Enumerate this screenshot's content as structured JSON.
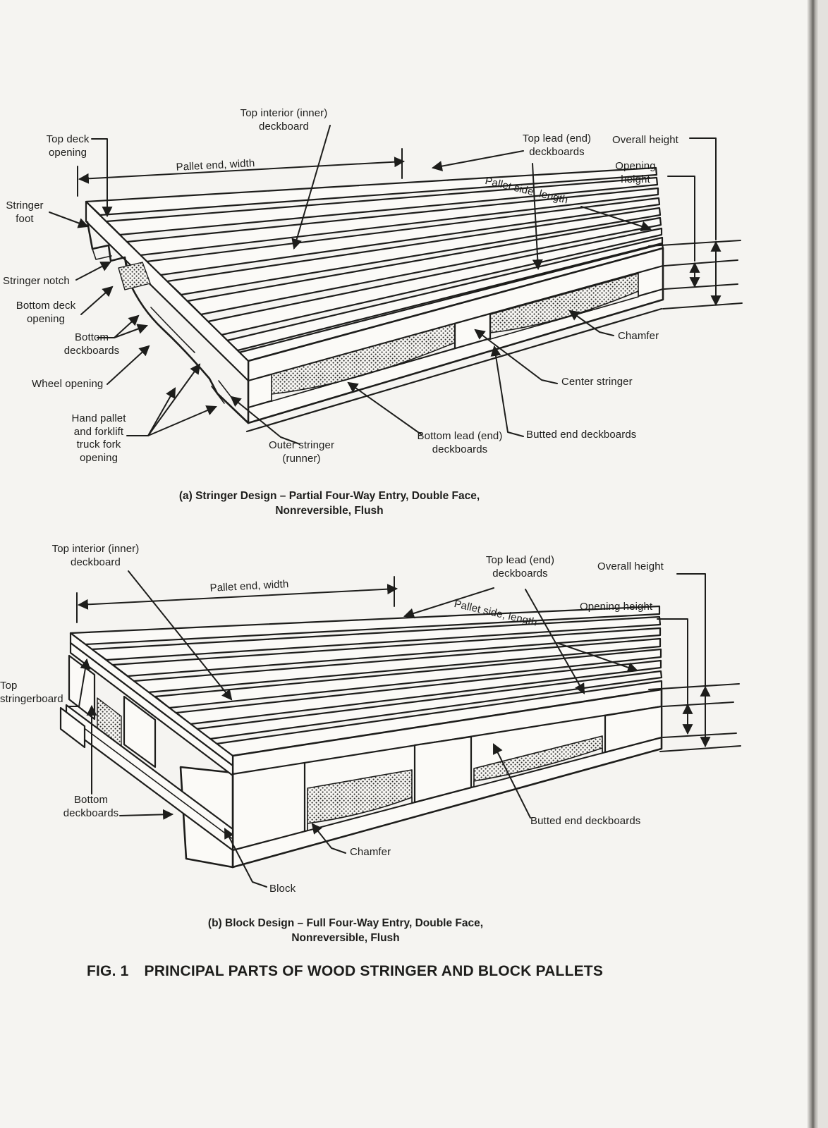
{
  "page": {
    "paper_color": "#f5f4f1",
    "ink_color": "#1d1d1b",
    "figure_label": "FIG. 1",
    "figure_title": "PRINCIPAL PARTS OF WOOD STRINGER AND BLOCK PALLETS"
  },
  "diagram_a": {
    "caption_line1": "(a)  Stringer Design – Partial Four-Way Entry, Double Face,",
    "caption_line2": "Nonreversible, Flush",
    "labels": {
      "top_deck_opening": "Top deck opening",
      "top_interior_deckboard": "Top interior (inner) deckboard",
      "pallet_end_width": "Pallet end, width",
      "top_lead_deckboards": "Top lead (end) deckboards",
      "overall_height": "Overall height",
      "opening_height": "Opening height",
      "pallet_side_length": "Pallet side, length",
      "stringer_foot": "Stringer foot",
      "stringer_notch": "Stringer notch",
      "bottom_deck_opening": "Bottom deck opening",
      "bottom_deckboards": "Bottom deckboards",
      "wheel_opening": "Wheel opening",
      "hand_pallet_opening": "Hand pallet and forklift truck fork opening",
      "outer_stringer": "Outer stringer (runner)",
      "bottom_lead_deckboards": "Bottom lead (end) deckboards",
      "butted_end_deckboards": "Butted end deckboards",
      "center_stringer": "Center stringer",
      "chamfer": "Chamfer"
    }
  },
  "diagram_b": {
    "caption_line1": "(b)  Block Design – Full Four-Way Entry, Double Face,",
    "caption_line2": "Nonreversible, Flush",
    "labels": {
      "top_interior_deckboard": "Top interior (inner) deckboard",
      "pallet_end_width": "Pallet end, width",
      "top_lead_deckboards": "Top lead (end) deckboards",
      "overall_height": "Overall height",
      "opening_height": "Opening height",
      "pallet_side_length": "Pallet side, length",
      "top_stringerboard": "Top stringerboard",
      "bottom_deckboards": "Bottom deckboards",
      "butted_end_deckboards": "Butted end deckboards",
      "chamfer": "Chamfer",
      "block": "Block"
    }
  }
}
